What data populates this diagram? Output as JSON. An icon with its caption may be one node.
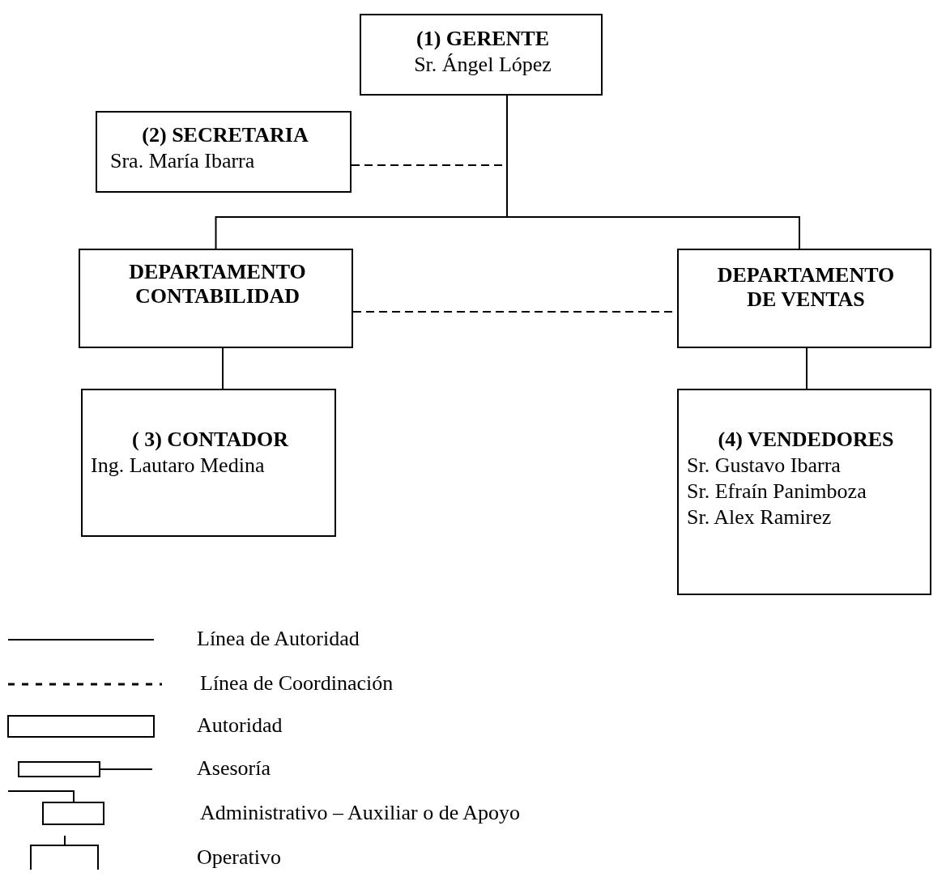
{
  "diagram": {
    "nodes": [
      {
        "text": [
          "(1) GERENTE",
          "Sr. Ángel López"
        ]
      },
      {
        "text": [
          "(2) SECRETARIA",
          "Sra. María Ibarra"
        ]
      },
      {
        "text": [
          "DEPARTAMENTO CONTABILIDAD"
        ]
      },
      {
        "text": [
          "DEPARTAMENTO DE VENTAS"
        ]
      },
      {
        "text": [
          "( 3) CONTADOR",
          "Ing. Lautaro Medina"
        ]
      },
      {
        "text": [
          "(4) VENDEDORES",
          "Sr. Gustavo Ibarra",
          "Sr. Efraín Panimboza",
          "Sr. Alex Ramirez"
        ]
      }
    ],
    "edges": [
      {
        "from": 0,
        "to": 2,
        "arrow": "none"
      },
      {
        "from": 0,
        "to": 3,
        "arrow": "none"
      },
      {
        "from": 1,
        "to": 0,
        "arrow": "none",
        "style": "dashed"
      },
      {
        "from": 2,
        "to": 3,
        "arrow": "none",
        "style": "dashed"
      },
      {
        "from": 2,
        "to": 4,
        "arrow": "none"
      },
      {
        "from": 3,
        "to": 5,
        "arrow": "none"
      }
    ],
    "legend": [
      {
        "text": "Línea de Autoridad"
      },
      {
        "text": "Línea de Coordinación"
      },
      {
        "text": "Autoridad"
      },
      {
        "text": "Asesoría"
      },
      {
        "text": "Administrativo – Auxiliar o de Apoyo"
      },
      {
        "text": "Operativo"
      }
    ]
  }
}
